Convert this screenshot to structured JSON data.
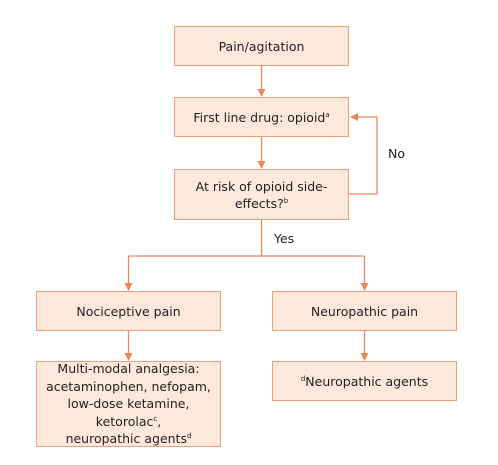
{
  "nodes": {
    "pain_agitation": "Pain/agitation",
    "first_line_text": "First line drug: opioid",
    "first_line_sup": "a",
    "risk_line1": "At risk of opioid side-",
    "risk_line2": "effects?",
    "risk_sup": "b",
    "nociceptive": "Nociceptive pain",
    "neuropathic": "Neuropathic pain",
    "multi_line1": "Multi-modal analgesia:",
    "multi_line2": "acetaminophen, nefopam,",
    "multi_line3": "low-dose ketamine, ketorolac",
    "multi_sup_c": "c",
    "multi_line4": "neuropathic agents",
    "multi_sup_d": "d",
    "agents_sup": "d",
    "agents_text": "Neuropathic agents"
  },
  "edges": {
    "no_label": "No",
    "yes_label": "Yes"
  },
  "colors": {
    "box_fill": "#fde8dc",
    "box_border": "#f0a078",
    "arrow": "#e8875a"
  }
}
